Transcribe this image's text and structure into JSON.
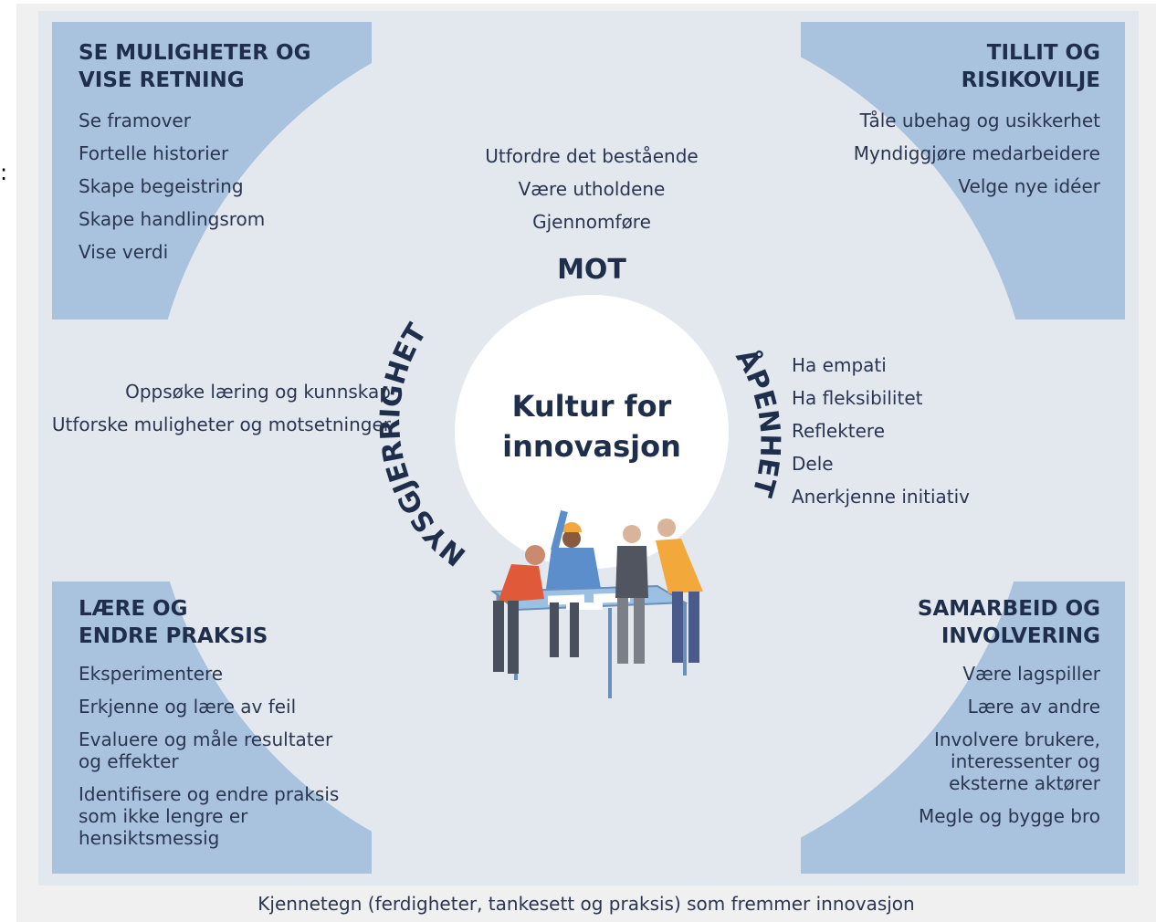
{
  "quadrants": {
    "top_left": {
      "title": "SE MULIGHETER OG\nVISE RETNING",
      "items": [
        "Se framover",
        "Fortelle historier",
        "Skape begeistring",
        "Skape handlingsrom",
        "Vise verdi"
      ]
    },
    "top_right": {
      "title": "TILLIT OG\nRISIKOVILJE",
      "items": [
        "Tåle ubehag og usikkerhet",
        "Myndiggjøre medarbeidere",
        "Velge nye idéer"
      ]
    },
    "bottom_left": {
      "title": "LÆRE OG\nENDRE PRAKSIS",
      "items": [
        "Eksperimentere",
        "Erkjenne og lære av feil",
        "Evaluere og måle resultater\nog effekter",
        "Identifisere og endre praksis\nsom ikke lengre er\nhensiktsmessig"
      ]
    },
    "bottom_right": {
      "title": "SAMARBEID OG\nINVOLVERING",
      "items": [
        "Være lagspiller",
        "Lære av andre",
        "Involvere brukere,\ninteressenter og\neksterne aktører",
        "Megle og bygge bro"
      ]
    }
  },
  "core": {
    "title": "Kultur for\ninnovasjon",
    "mot": {
      "label": "MOT",
      "items": [
        "Utfordre det bestående",
        "Være utholdene",
        "Gjennomføre"
      ]
    },
    "nysgjerrighet": {
      "label": "NYSGJERRIGHET",
      "items": [
        "Oppsøke læring\nog kunnskap",
        "Utforske muligheter\nog motsetninger"
      ]
    },
    "apenhet": {
      "label": "ÅPENHET",
      "items": [
        "Ha empati",
        "Ha fleksibilitet",
        "Reflektere",
        "Dele",
        "Anerkjenne initiativ"
      ]
    }
  },
  "caption": "Kjennetegn (ferdigheter, tankesett og praksis) som fremmer innovasjon",
  "edge_mark": ":",
  "colors": {
    "panel_bg": "#e3e8ef",
    "box_blue": "#a9c3de",
    "text_dark": "#1f2e4a",
    "white": "#ffffff"
  },
  "illustration": "four-people-around-table"
}
